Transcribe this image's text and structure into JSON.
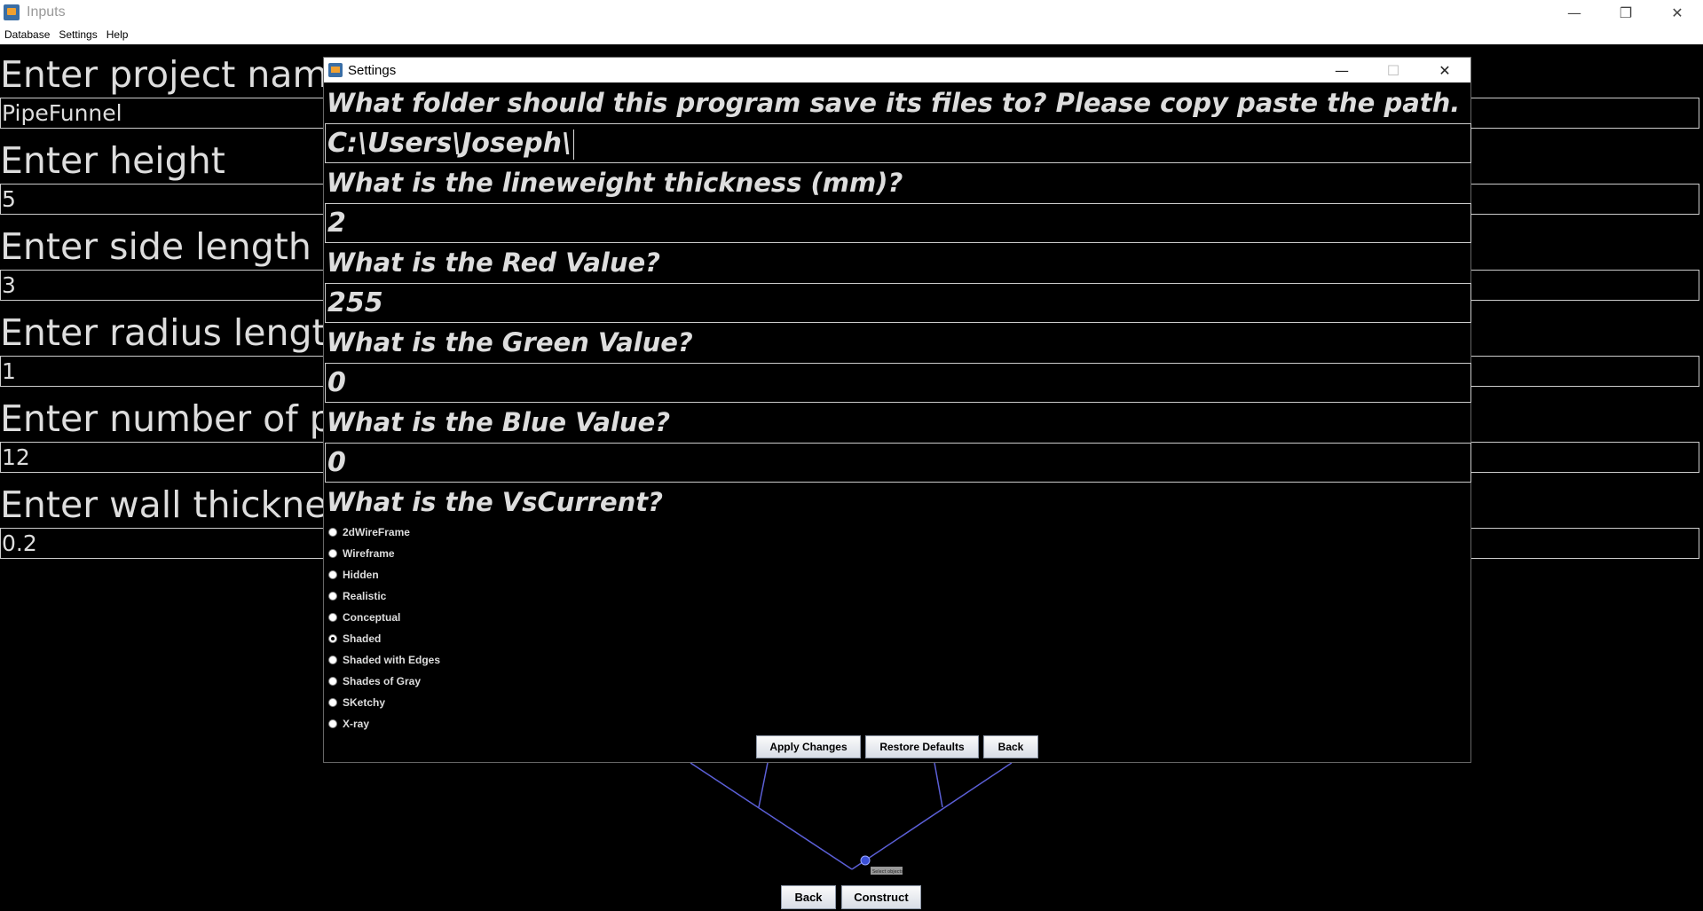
{
  "window": {
    "title": "Inputs"
  },
  "menu": [
    "Database",
    "Settings",
    "Help"
  ],
  "form": {
    "rows": [
      {
        "label": "Enter project name",
        "value": "PipeFunnel"
      },
      {
        "label": "Enter height",
        "value": "5"
      },
      {
        "label": "Enter side length",
        "value": "3"
      },
      {
        "label": "Enter radius length",
        "value": "1"
      },
      {
        "label": "Enter number of ps",
        "value": "12"
      },
      {
        "label": "Enter wall thickness",
        "value": "0.2"
      }
    ]
  },
  "diagram": {
    "tooltip": "Select objects"
  },
  "bottom_buttons": {
    "back": "Back",
    "construct": "Construct"
  },
  "settings_dialog": {
    "title": "Settings",
    "folder_question": "What folder should this program save its files to? Please copy paste the path.",
    "folder_value": "C:\\Users\\Joseph\\",
    "lineweight_question": "What is the lineweight thickness (mm)?",
    "lineweight_value": "2",
    "red_question": "What is the Red Value?",
    "red_value": "255",
    "green_question": "What is the Green Value?",
    "green_value": "0",
    "blue_question": "What is the Blue Value?",
    "blue_value": "0",
    "vscurrent_question": "What is the VsCurrent?",
    "vscurrent_options": [
      "2dWireFrame",
      "Wireframe",
      "Hidden",
      "Realistic",
      "Conceptual",
      "Shaded",
      "Shaded with Edges",
      "Shades of Gray",
      "SKetchy",
      "X-ray"
    ],
    "vscurrent_selected": "Shaded",
    "buttons": {
      "apply": "Apply Changes",
      "restore": "Restore Defaults",
      "back": "Back"
    }
  },
  "colors": {
    "background": "#000000",
    "text": "#dddddd",
    "field_border": "#cccccc",
    "diagram_line": "#5b5fd6"
  }
}
